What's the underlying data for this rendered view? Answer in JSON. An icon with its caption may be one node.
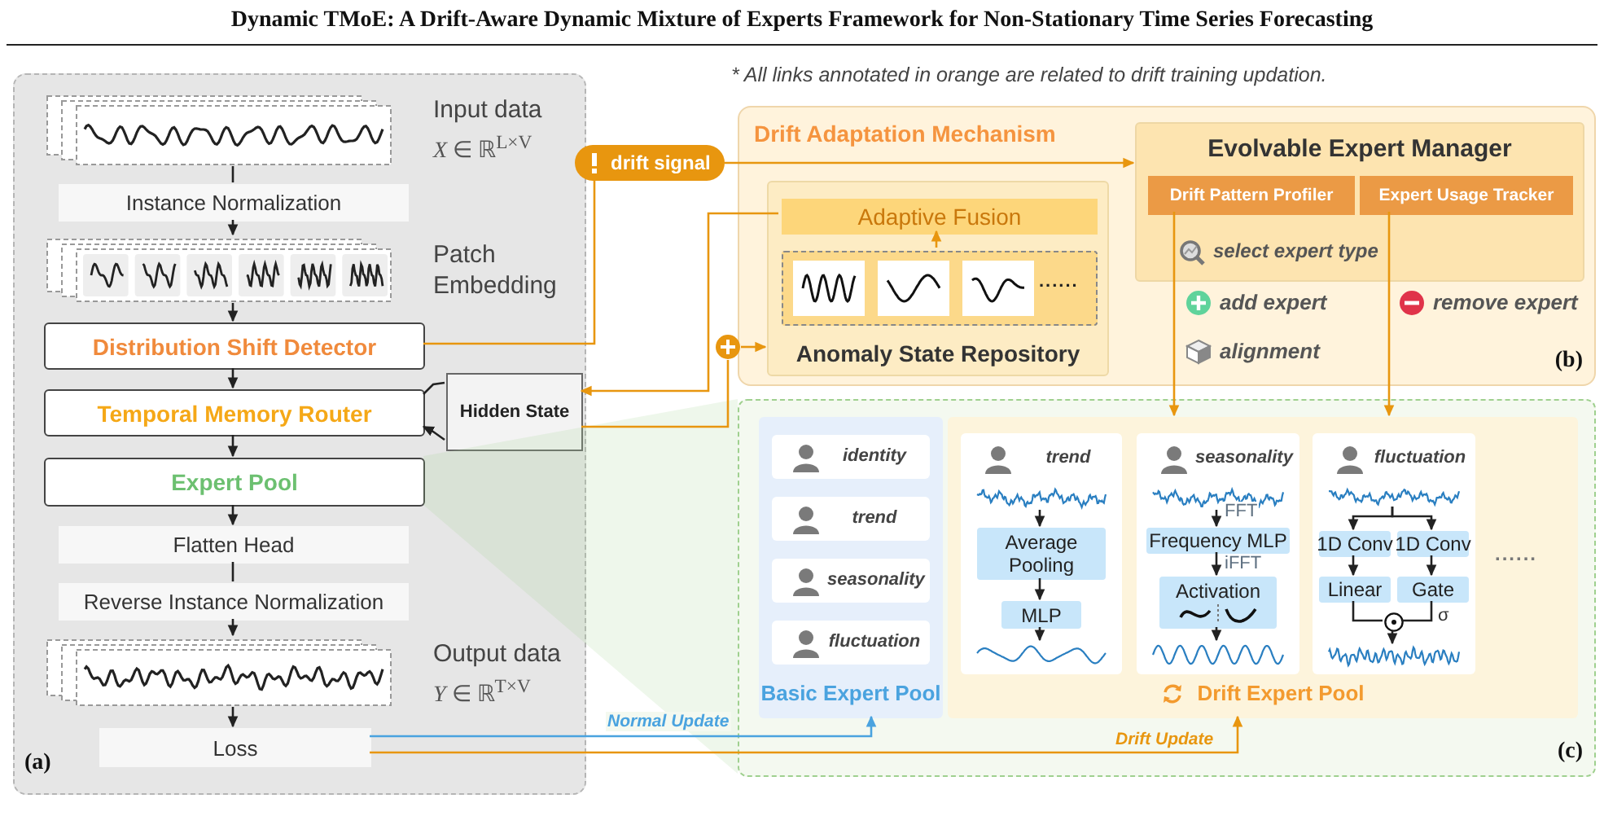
{
  "diagram": {
    "title": "Dynamic TMoE: A Drift-Aware Dynamic Mixture of Experts Framework for Non-Stationary Time Series Forecasting",
    "nodes": [
      {
        "text": [
          "(a)"
        ]
      },
      {
        "text": [
          "Input data",
          "*X* ∈ ℝ$^{L×V}$"
        ],
        "in": 0
      },
      {
        "text": [
          "Instance Normalization"
        ],
        "in": 0
      },
      {
        "text": [
          "Patch Embedding"
        ],
        "in": 0
      },
      {
        "text": [
          "Distribution Shift Detector"
        ],
        "in": 0
      },
      {
        "text": [
          "Temporal Memory Router"
        ],
        "in": 0
      },
      {
        "text": [
          "Hidden State"
        ],
        "in": 0
      },
      {
        "text": [
          "Expert Pool"
        ],
        "in": 0
      },
      {
        "text": [
          "Flatten Head"
        ],
        "in": 0
      },
      {
        "text": [
          "Reverse Instance Normalization"
        ],
        "in": 0
      },
      {
        "text": [
          "Output data",
          "*Y* ∈ ℝ$^{T×V}$"
        ],
        "in": 0
      },
      {
        "text": [
          "Loss"
        ],
        "in": 0
      },
      {
        "text": [
          "drift signal"
        ]
      },
      {
        "text": [
          "Drift Adaptation Mechanism",
          "(b)"
        ]
      },
      {
        "text": [
          "Anomaly State Repository"
        ],
        "in": 13
      },
      {
        "text": [
          "Adaptive Fusion"
        ],
        "in": 14
      },
      {
        "text": [],
        "shape": "box",
        "in": 14
      },
      {
        "text": [],
        "shape": "circle"
      },
      {
        "text": [
          "Evolvable Expert Manager"
        ],
        "in": 13
      },
      {
        "text": [
          "Drift Pattern Profiler"
        ],
        "in": 18
      },
      {
        "text": [
          "Expert Usage Tracker"
        ],
        "in": 18
      },
      {
        "text": [
          "(c)"
        ]
      },
      {
        "text": [
          "Basic Expert Pool"
        ],
        "in": 21
      },
      {
        "text": [
          "identity"
        ],
        "in": 22
      },
      {
        "text": [
          "trend"
        ],
        "in": 22
      },
      {
        "text": [
          "seasonality"
        ],
        "in": 22
      },
      {
        "text": [
          "fluctuation"
        ],
        "in": 22
      },
      {
        "text": [
          "Drift Expert Pool"
        ],
        "in": 21
      },
      {
        "text": [
          "trend"
        ],
        "in": 27
      },
      {
        "text": [],
        "shape": "wave",
        "in": 28
      },
      {
        "text": [
          "Average Pooling"
        ],
        "in": 28
      },
      {
        "text": [
          "MLP"
        ],
        "in": 28
      },
      {
        "text": [],
        "shape": "wave",
        "in": 28
      },
      {
        "text": [
          "seasonality"
        ],
        "in": 27
      },
      {
        "text": [],
        "shape": "wave",
        "in": 33
      },
      {
        "text": [
          "Frequency MLP"
        ],
        "in": 33
      },
      {
        "text": [
          "Activation"
        ],
        "in": 33
      },
      {
        "text": [],
        "shape": "wave",
        "in": 33
      },
      {
        "text": [
          "fluctuation"
        ],
        "in": 27
      },
      {
        "text": [],
        "shape": "wave",
        "in": 38
      },
      {
        "text": [
          "1D Conv"
        ],
        "in": 38
      },
      {
        "text": [
          "1D Conv"
        ],
        "in": 38
      },
      {
        "text": [
          "Linear"
        ],
        "in": 38
      },
      {
        "text": [
          "Gate"
        ],
        "in": 38
      },
      {
        "text": [],
        "shape": "circle",
        "in": 38
      },
      {
        "text": [],
        "shape": "wave",
        "in": 38
      }
    ],
    "edges": [
      {
        "from": 1,
        "to": 2,
        "arrow": "none"
      },
      {
        "from": 2,
        "to": 3,
        "arrow": "to"
      },
      {
        "from": 3,
        "to": 4,
        "arrow": "to"
      },
      {
        "from": 4,
        "to": 5,
        "arrow": "to"
      },
      {
        "from": 5,
        "to": 7,
        "arrow": "to"
      },
      {
        "from": 7,
        "to": 8,
        "arrow": "to"
      },
      {
        "from": 8,
        "to": 9,
        "arrow": "none"
      },
      {
        "from": 9,
        "to": 10,
        "arrow": "to"
      },
      {
        "from": 10,
        "to": 11,
        "arrow": "to"
      },
      {
        "from": 5,
        "to": 6,
        "arrow": "none"
      },
      {
        "from": 6,
        "to": 5,
        "arrow": "to"
      },
      {
        "from": 4,
        "to": 12,
        "arrow": "none",
        "color": "#e8960f"
      },
      {
        "from": 12,
        "to": 18,
        "arrow": "to",
        "color": "#e8960f"
      },
      {
        "from": 15,
        "to": 6,
        "arrow": "to",
        "color": "#e8960f"
      },
      {
        "from": 6,
        "to": 17,
        "arrow": "none",
        "color": "#e8960f"
      },
      {
        "from": 17,
        "to": 14,
        "arrow": "to",
        "color": "#e8960f"
      },
      {
        "from": 16,
        "to": 15,
        "arrow": "to",
        "color": "#e8960f"
      },
      {
        "from": 19,
        "to": 27,
        "arrow": "to",
        "color": "#e8960f"
      },
      {
        "from": 20,
        "to": 27,
        "arrow": "to",
        "color": "#e8960f"
      },
      {
        "from": 11,
        "to": 22,
        "arrow": "to",
        "label": "Normal Update",
        "color": "#4aa3df"
      },
      {
        "from": 11,
        "to": 27,
        "arrow": "to",
        "label": "Drift Update",
        "color": "#e8960f"
      },
      {
        "from": 29,
        "to": 30,
        "arrow": "to"
      },
      {
        "from": 30,
        "to": 31,
        "arrow": "to"
      },
      {
        "from": 31,
        "to": 32,
        "arrow": "to"
      },
      {
        "from": 34,
        "to": 35,
        "arrow": "to",
        "label": "FFT"
      },
      {
        "from": 35,
        "to": 36,
        "arrow": "to",
        "label": "iFFT"
      },
      {
        "from": 36,
        "to": 37,
        "arrow": "to"
      },
      {
        "from": 39,
        "to": 40,
        "arrow": "to"
      },
      {
        "from": 39,
        "to": 41,
        "arrow": "to"
      },
      {
        "from": 40,
        "to": 42,
        "arrow": "to"
      },
      {
        "from": 41,
        "to": 43,
        "arrow": "to"
      },
      {
        "from": 42,
        "to": 44,
        "arrow": "none"
      },
      {
        "from": 43,
        "to": 44,
        "arrow": "none",
        "label": "σ"
      },
      {
        "from": 44,
        "to": 45,
        "arrow": "to"
      }
    ],
    "labels": [
      "* All links annotated in orange are related to drift training updation.",
      "......",
      "select expert type",
      "add expert",
      "remove expert",
      "alignment",
      "......"
    ]
  }
}
